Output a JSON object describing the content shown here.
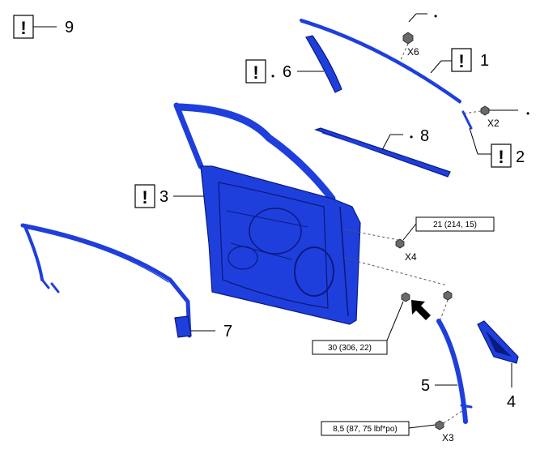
{
  "callouts": {
    "c1": "1",
    "c2": "2",
    "c3": "3",
    "c4": "4",
    "c5": "5",
    "c6": "6",
    "c7": "7",
    "c8": "8",
    "c9": "9"
  },
  "quantities": {
    "x6": "X6",
    "x2": "X2",
    "x4": "X4",
    "x3": "X3"
  },
  "torques": {
    "t1": "21 (214, 15)",
    "t2": "30 (306, 22)",
    "t3": "8,5 (87, 75 lbf*po)"
  },
  "marks": {
    "warning": "!",
    "bullet": "•"
  },
  "colors": {
    "part_blue": "#1f3fdc",
    "part_outline": "#0a1a80"
  },
  "icons": {
    "warning_box": "warning-box-icon",
    "arrow": "front-direction-arrow-icon",
    "bolt": "bolt-icon"
  }
}
